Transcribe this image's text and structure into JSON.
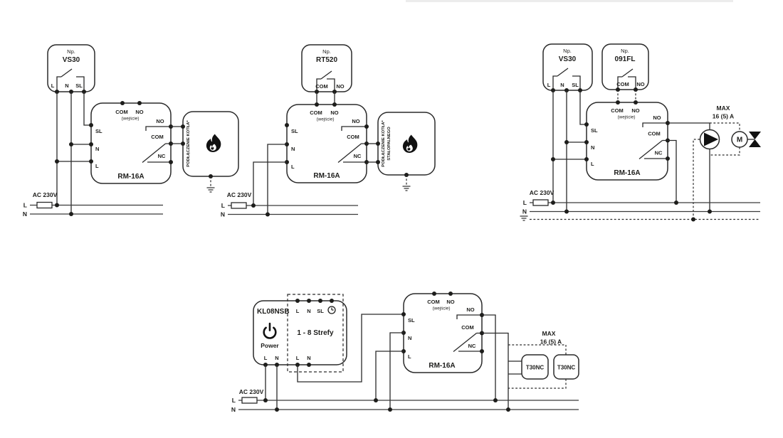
{
  "shared": {
    "np_label": "Np.",
    "relay_model": "RM-16A",
    "input_com": "COM",
    "input_no": "NO",
    "input_note": "(wejście)",
    "term_sl": "SL",
    "term_n": "N",
    "term_l": "L",
    "out_no": "NO",
    "out_com": "COM",
    "out_nc": "NC",
    "supply_label": "AC 230V",
    "line_l": "L",
    "line_n": "N",
    "max_line1": "MAX",
    "max_line2": "16 (5) A"
  },
  "diagram1": {
    "thermostat_model": "VS30",
    "t_l": "L",
    "t_n": "N",
    "t_sl": "SL",
    "boiler_label": "PODŁĄCZENIE KOTŁA*"
  },
  "diagram2": {
    "thermostat_model": "RT520",
    "t_com": "COM",
    "t_no": "NO",
    "boiler_label_1": "PODŁĄCZENIE KOTŁA*",
    "boiler_label_2": "STAŁOPALNEGO"
  },
  "diagram3": {
    "switch_model": "VS30",
    "t_l": "L",
    "t_n": "N",
    "t_sl": "SL",
    "sensor_model": "091FL",
    "s_com": "COM",
    "s_no": "NO",
    "motor_label": "M"
  },
  "diagram4": {
    "controller_model": "KL08NSB",
    "power_label": "Power",
    "zones_label": "1 - 8 Strefy",
    "top_l": "L",
    "top_n": "N",
    "top_sl": "SL",
    "out_l": "L",
    "out_n": "N",
    "zone_l": "L",
    "zone_n": "N",
    "actuator1_label": "T30NC",
    "actuator2_label": "T30NC"
  }
}
